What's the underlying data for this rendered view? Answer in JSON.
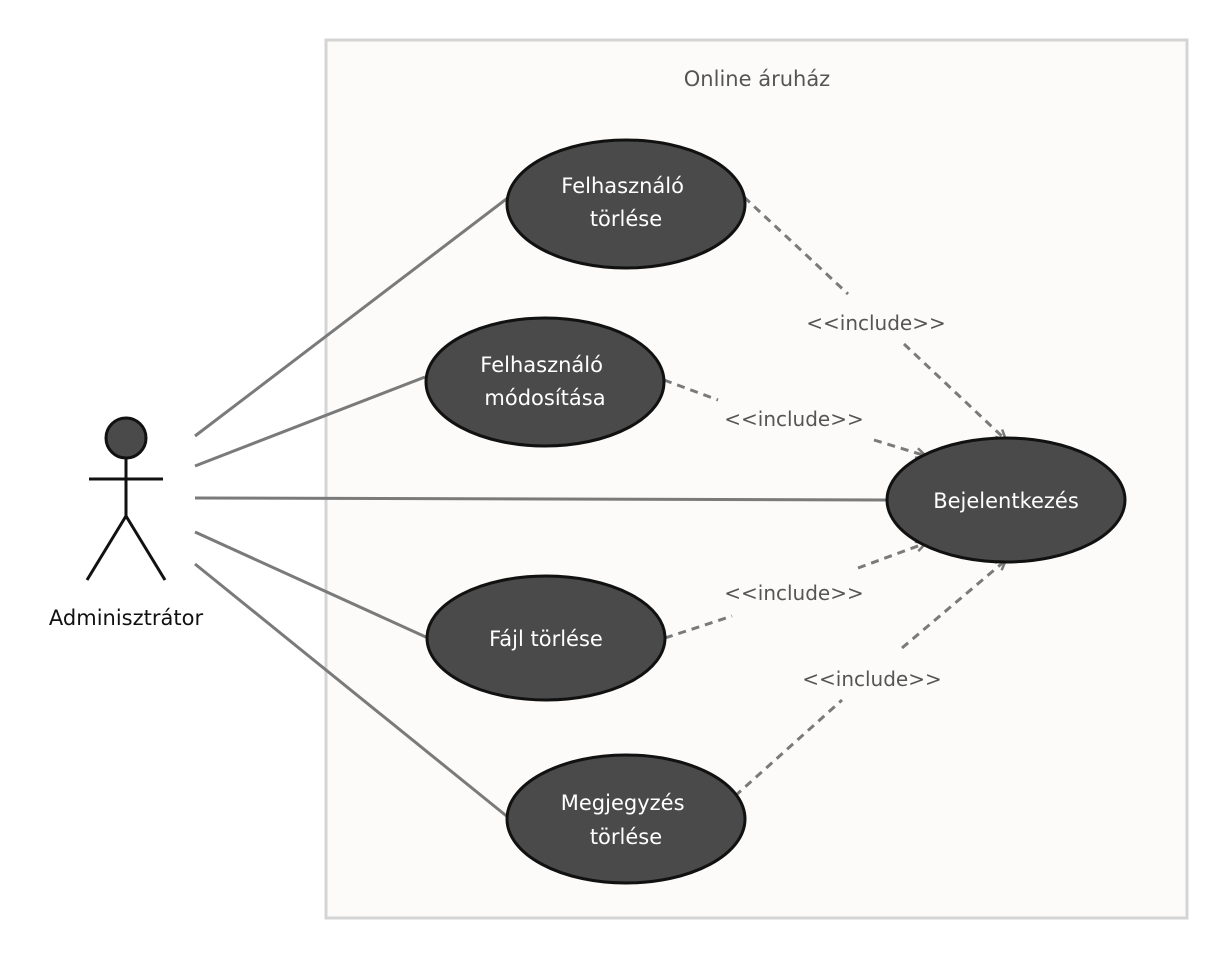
{
  "system": {
    "title": "Online áruház"
  },
  "actor": {
    "name": "Adminisztrátor"
  },
  "use_cases": {
    "felhasznalo_torlese": [
      "Felhasználó",
      "törlése"
    ],
    "felhasznalo_modositasa": [
      "Felhasználó",
      "módosítása"
    ],
    "bejelentkezes": [
      "Bejelentkezés"
    ],
    "fajl_torlese": [
      "Fájl törlése"
    ],
    "megjegyzes_torlese": [
      "Megjegyzés",
      "törlése"
    ]
  },
  "include_label": "<<include>>",
  "colors": {
    "use_case_fill": "#4a4a4a",
    "use_case_stroke": "#111111",
    "association_line": "#7a7a7a",
    "include_line": "#7a7a7a",
    "system_border": "#d4d4d4",
    "system_fill": "#fcfbf9"
  }
}
